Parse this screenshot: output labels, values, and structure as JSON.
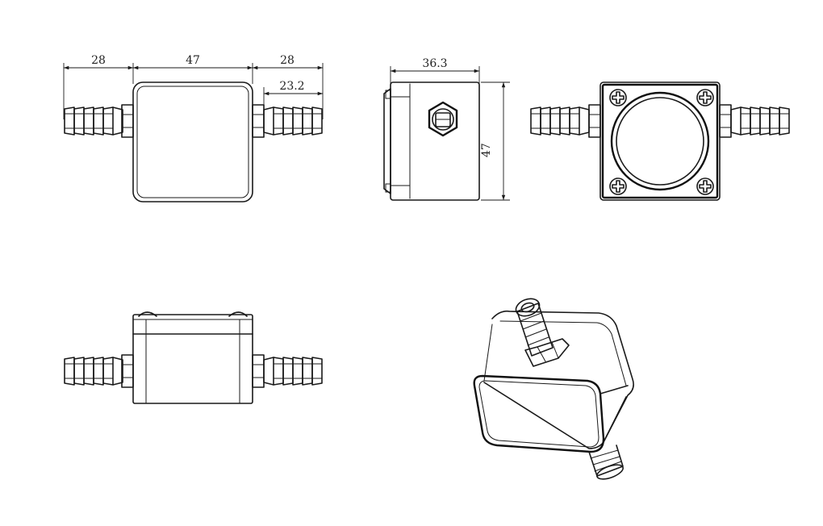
{
  "colors": {
    "line": "#1a1a1a",
    "background": "#ffffff"
  },
  "dimensions": {
    "front_left": "28",
    "front_width": "47",
    "front_right": "28",
    "front_barb": "23.2",
    "side_depth": "36.3",
    "side_height": "47"
  }
}
